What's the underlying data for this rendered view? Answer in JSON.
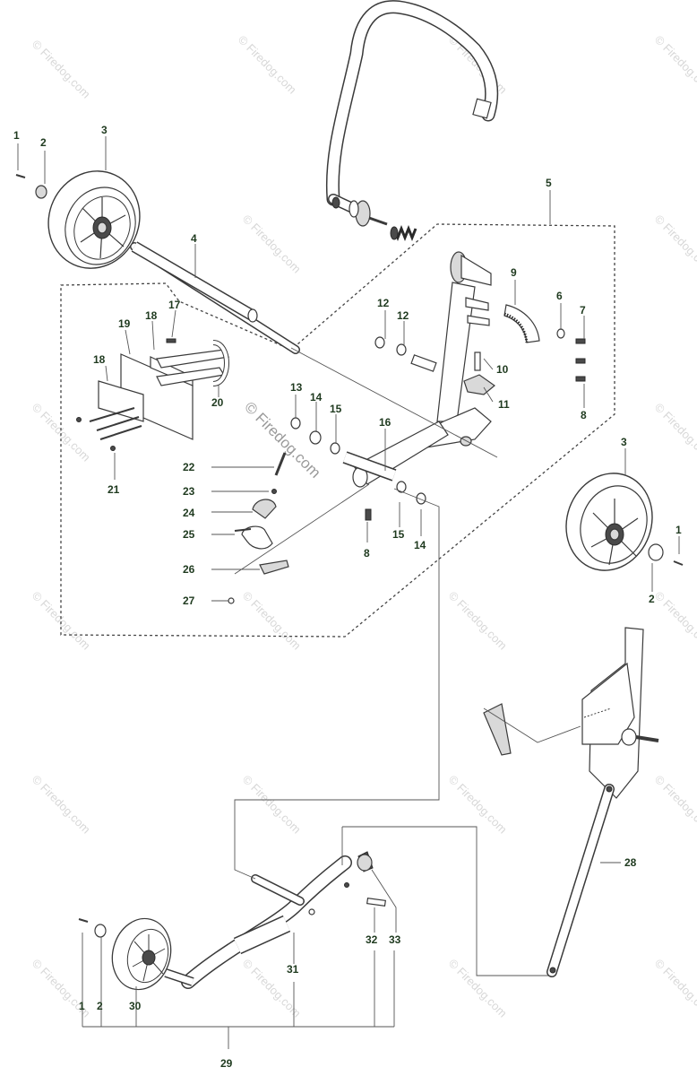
{
  "watermark": {
    "small": "© Firedog.com",
    "center": "© Firedog.com"
  },
  "callouts": [
    {
      "id": "c1a",
      "text": "1"
    },
    {
      "id": "c2a",
      "text": "2"
    },
    {
      "id": "c3a",
      "text": "3"
    },
    {
      "id": "c4",
      "text": "4"
    },
    {
      "id": "c5",
      "text": "5"
    },
    {
      "id": "c6",
      "text": "6"
    },
    {
      "id": "c7",
      "text": "7"
    },
    {
      "id": "c8a",
      "text": "8"
    },
    {
      "id": "c8b",
      "text": "8"
    },
    {
      "id": "c9",
      "text": "9"
    },
    {
      "id": "c10",
      "text": "10"
    },
    {
      "id": "c11",
      "text": "11"
    },
    {
      "id": "c12a",
      "text": "12"
    },
    {
      "id": "c12b",
      "text": "12"
    },
    {
      "id": "c13",
      "text": "13"
    },
    {
      "id": "c14a",
      "text": "14"
    },
    {
      "id": "c14b",
      "text": "14"
    },
    {
      "id": "c15a",
      "text": "15"
    },
    {
      "id": "c15b",
      "text": "15"
    },
    {
      "id": "c16",
      "text": "16"
    },
    {
      "id": "c17",
      "text": "17"
    },
    {
      "id": "c18a",
      "text": "18"
    },
    {
      "id": "c18b",
      "text": "18"
    },
    {
      "id": "c19",
      "text": "19"
    },
    {
      "id": "c20",
      "text": "20"
    },
    {
      "id": "c21",
      "text": "21"
    },
    {
      "id": "c22",
      "text": "22"
    },
    {
      "id": "c23",
      "text": "23"
    },
    {
      "id": "c24",
      "text": "24"
    },
    {
      "id": "c25",
      "text": "25"
    },
    {
      "id": "c26",
      "text": "26"
    },
    {
      "id": "c27",
      "text": "27"
    },
    {
      "id": "c3b",
      "text": "3"
    },
    {
      "id": "c1b",
      "text": "1"
    },
    {
      "id": "c2b",
      "text": "2"
    },
    {
      "id": "c28",
      "text": "28"
    },
    {
      "id": "c32",
      "text": "32"
    },
    {
      "id": "c33",
      "text": "33"
    },
    {
      "id": "c31",
      "text": "31"
    },
    {
      "id": "c1c",
      "text": "1"
    },
    {
      "id": "c2c",
      "text": "2"
    },
    {
      "id": "c30",
      "text": "30"
    },
    {
      "id": "c29",
      "text": "29"
    }
  ]
}
